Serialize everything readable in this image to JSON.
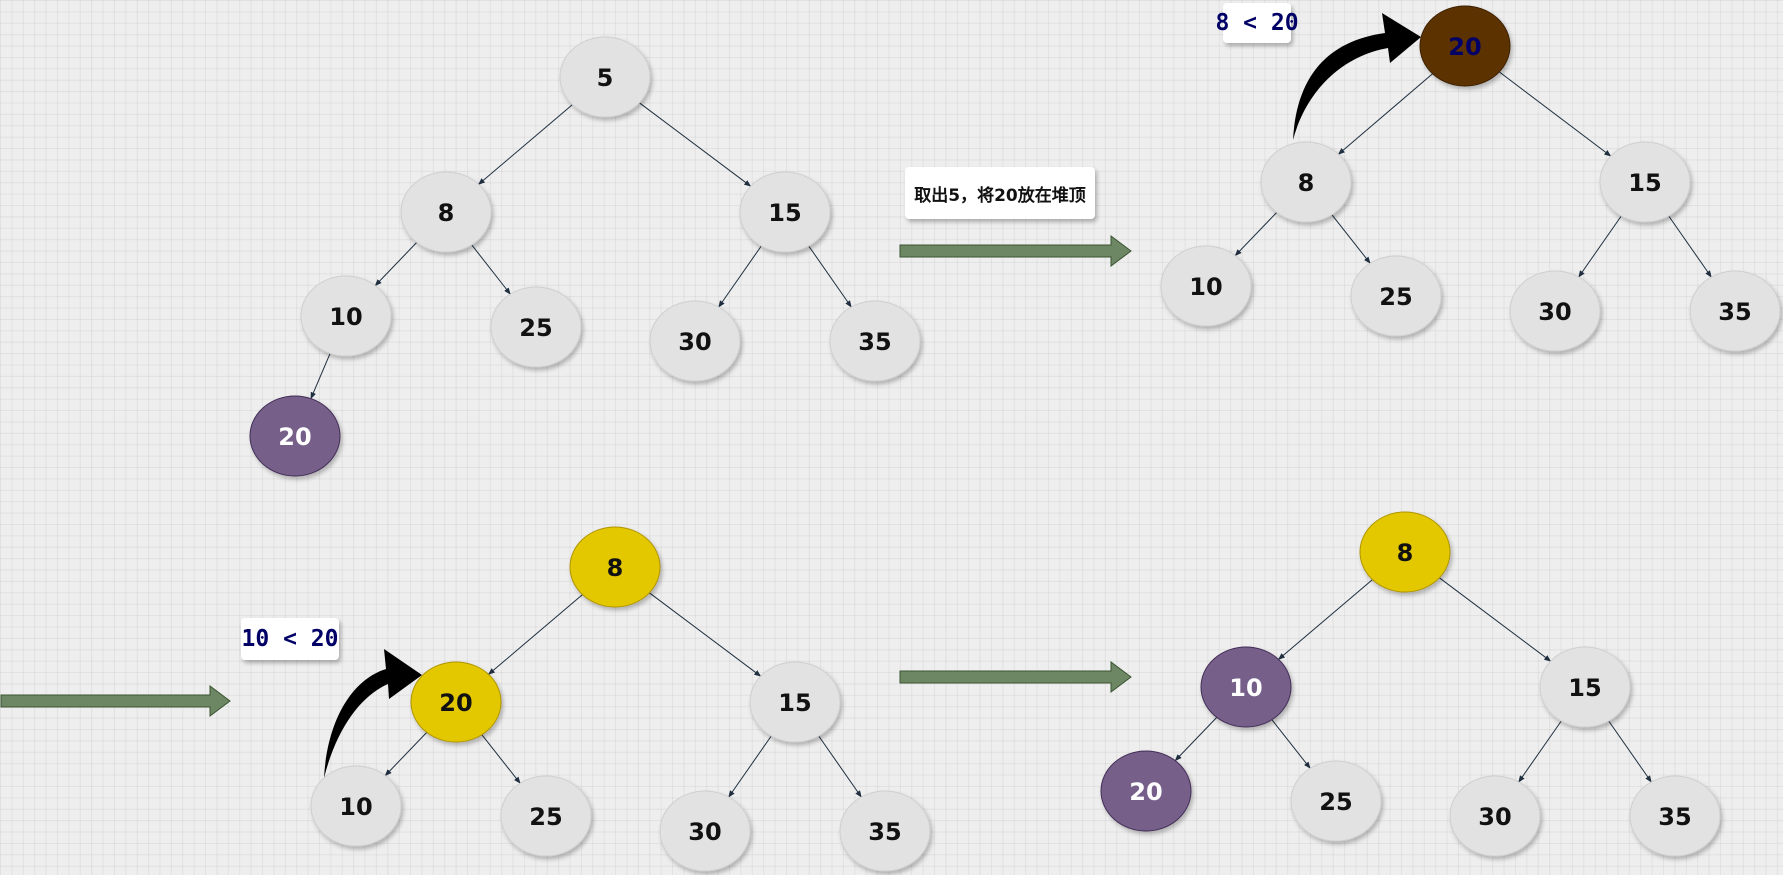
{
  "colors": {
    "node_default": "#e2e2e2",
    "node_purple": "#76608a",
    "node_brown": "#5c3100",
    "node_yellow": "#e3c800",
    "arrow_green": "#6d8764",
    "text_dark": "#111111",
    "text_light": "#ffffff",
    "text_navy": "#000066"
  },
  "step1": {
    "nodes": [
      "5",
      "8",
      "15",
      "10",
      "25",
      "30",
      "35",
      "20"
    ]
  },
  "step2": {
    "nodes": [
      "20",
      "8",
      "15",
      "10",
      "25",
      "30",
      "35"
    ],
    "caption": "取出5，将20放在堆顶",
    "compare": "8 < 20"
  },
  "step3": {
    "nodes": [
      "8",
      "20",
      "15",
      "10",
      "25",
      "30",
      "35"
    ],
    "compare": "10 < 20"
  },
  "step4": {
    "nodes": [
      "8",
      "10",
      "15",
      "20",
      "25",
      "30",
      "35"
    ]
  }
}
